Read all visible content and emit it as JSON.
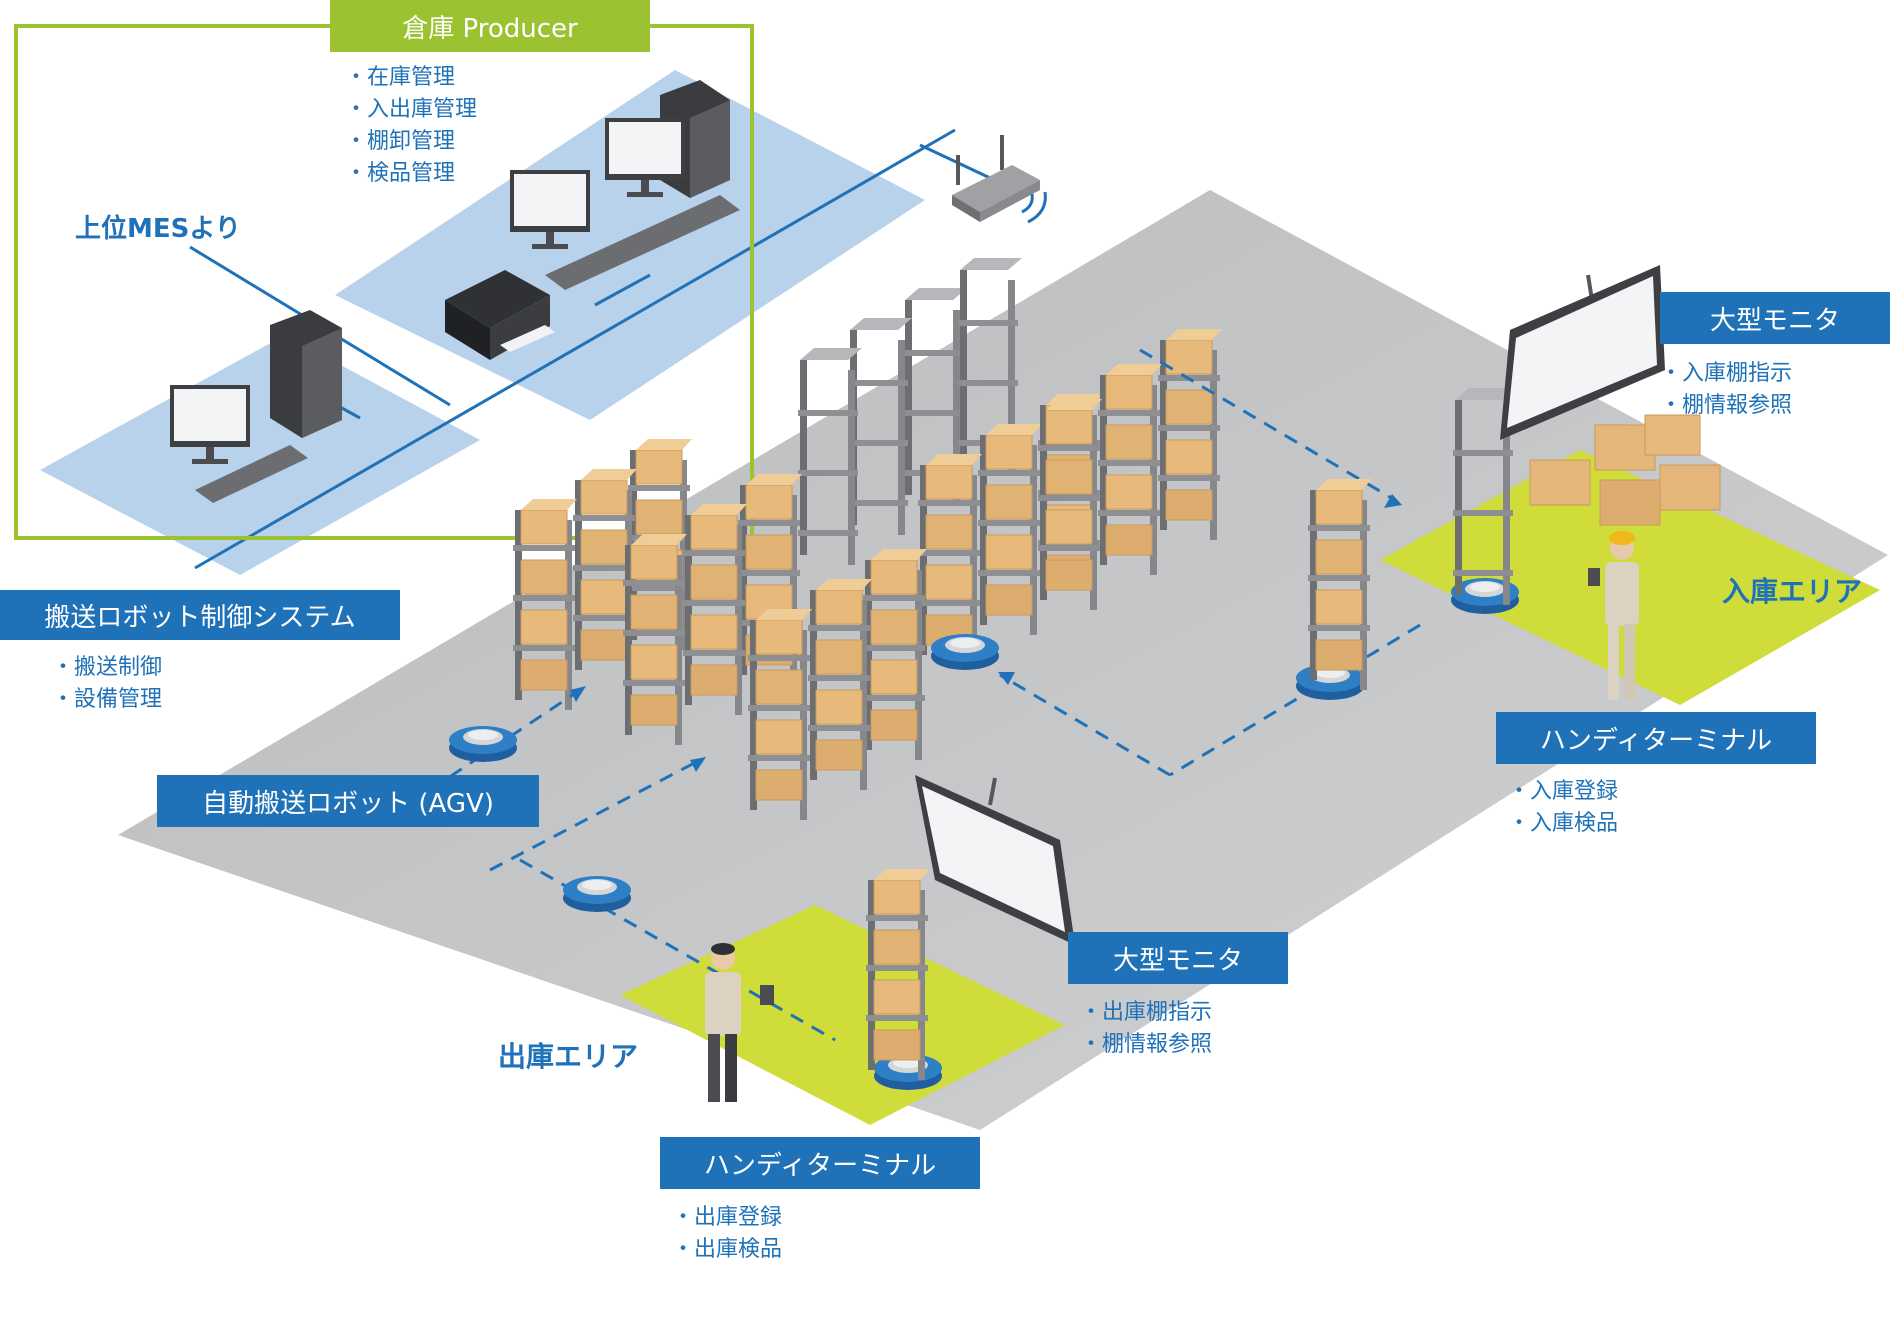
{
  "producer": {
    "title": "倉庫 Producer",
    "functions": [
      "在庫管理",
      "入出庫管理",
      "棚卸管理",
      "検品管理"
    ]
  },
  "mes_label": "上位MESより",
  "robot_control": {
    "title": "搬送ロボット制御システム",
    "functions": [
      "搬送制御",
      "設備管理"
    ]
  },
  "agv_label": "自動搬送ロボット (AGV)",
  "inbound": {
    "area_label": "入庫エリア",
    "monitor_title": "大型モニタ",
    "monitor_functions": [
      "入庫棚指示",
      "棚情報参照"
    ],
    "terminal_title": "ハンディターミナル",
    "terminal_functions": [
      "入庫登録",
      "入庫検品"
    ]
  },
  "outbound": {
    "area_label": "出庫エリア",
    "monitor_title": "大型モニタ",
    "monitor_functions": [
      "出庫棚指示",
      "棚情報参照"
    ],
    "terminal_title": "ハンディターミナル",
    "terminal_functions": [
      "出庫登録",
      "出庫検品"
    ]
  },
  "colors": {
    "accent_blue": "#1f72b8",
    "producer_green": "#9bc230",
    "zone_green": "#cfdc3a",
    "floor_gray": "#c4c6c7",
    "network_plate": "#b8d2ec",
    "box_tan": "#e4b679"
  }
}
